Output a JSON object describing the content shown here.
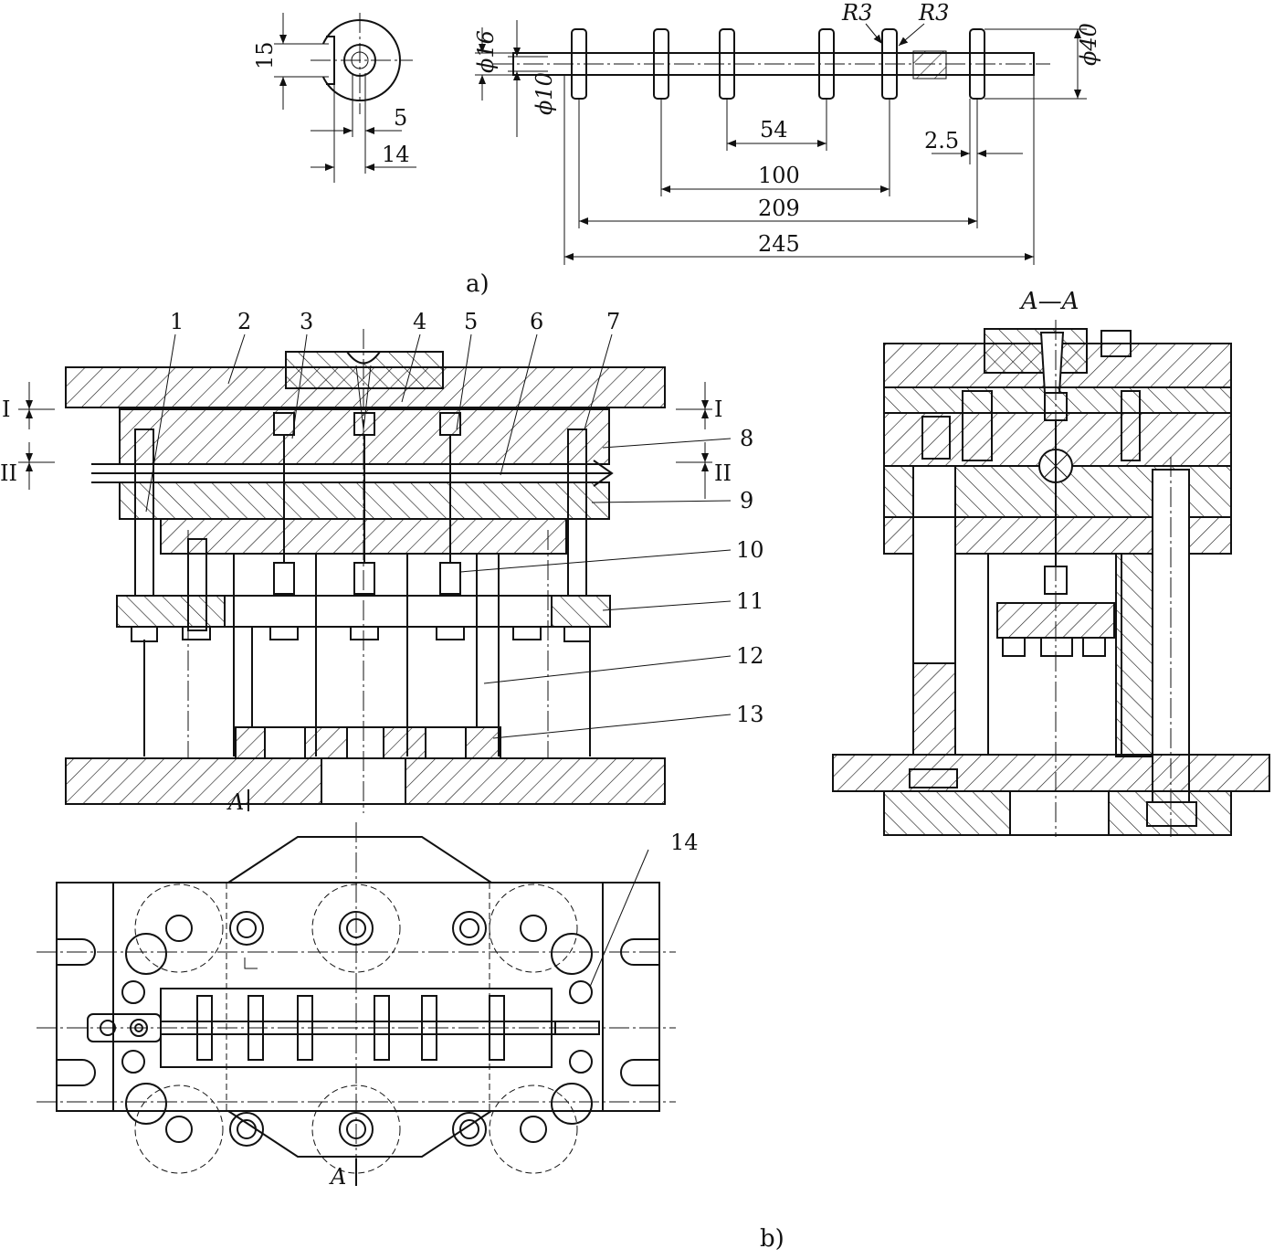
{
  "part_drawing": {
    "dims": {
      "d16": "ϕ16",
      "d10": "ϕ10",
      "d40": "ϕ40",
      "r3a": "R3",
      "r3b": "R3",
      "len54": "54",
      "len100": "100",
      "len209": "209",
      "len245": "245",
      "len2_5": "2.5",
      "h15": "15",
      "w5": "5",
      "w14": "14"
    },
    "caption": "a)"
  },
  "die_assembly": {
    "callouts": [
      "1",
      "2",
      "3",
      "4",
      "5",
      "6",
      "7",
      "8",
      "9",
      "10",
      "11",
      "12",
      "13",
      "14"
    ],
    "level_marks": {
      "I": "I",
      "II": "II"
    },
    "section_title": "A—A",
    "section_mark": "A",
    "caption": "b)"
  }
}
